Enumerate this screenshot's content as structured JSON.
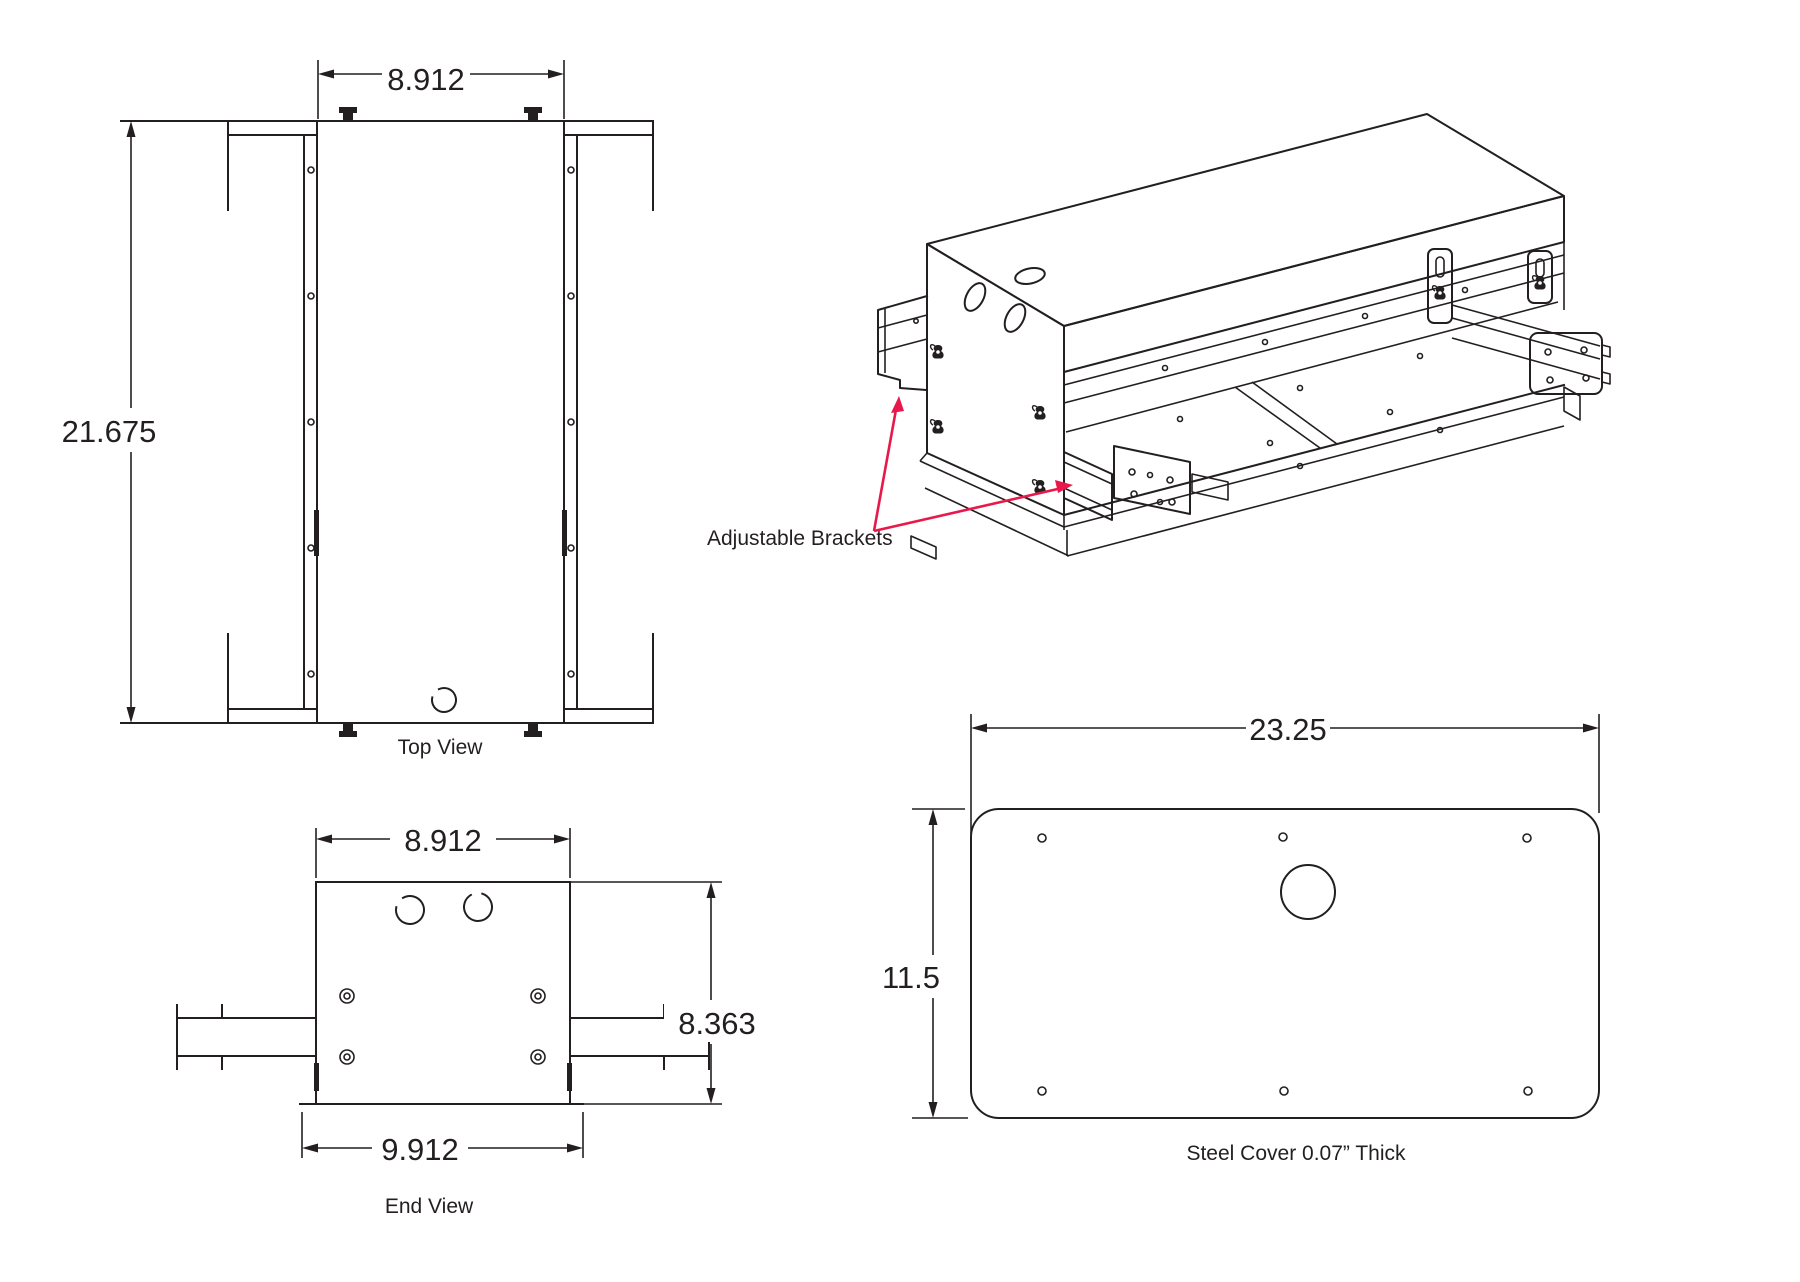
{
  "drawing": {
    "background": "#ffffff",
    "line_color": "#231f20",
    "accent_red": "#e8194a",
    "top_view": {
      "label": "Top View",
      "width_dim": "8.912",
      "height_dim": "21.675"
    },
    "end_view": {
      "label": "End View",
      "width_dim": "8.912",
      "height_dim": "8.363",
      "base_dim": "9.912"
    },
    "isometric_view": {
      "callout_label": "Adjustable Brackets"
    },
    "cover_view": {
      "label": "Steel Cover 0.07” Thick",
      "width_dim": "23.25",
      "height_dim": "11.5"
    }
  }
}
